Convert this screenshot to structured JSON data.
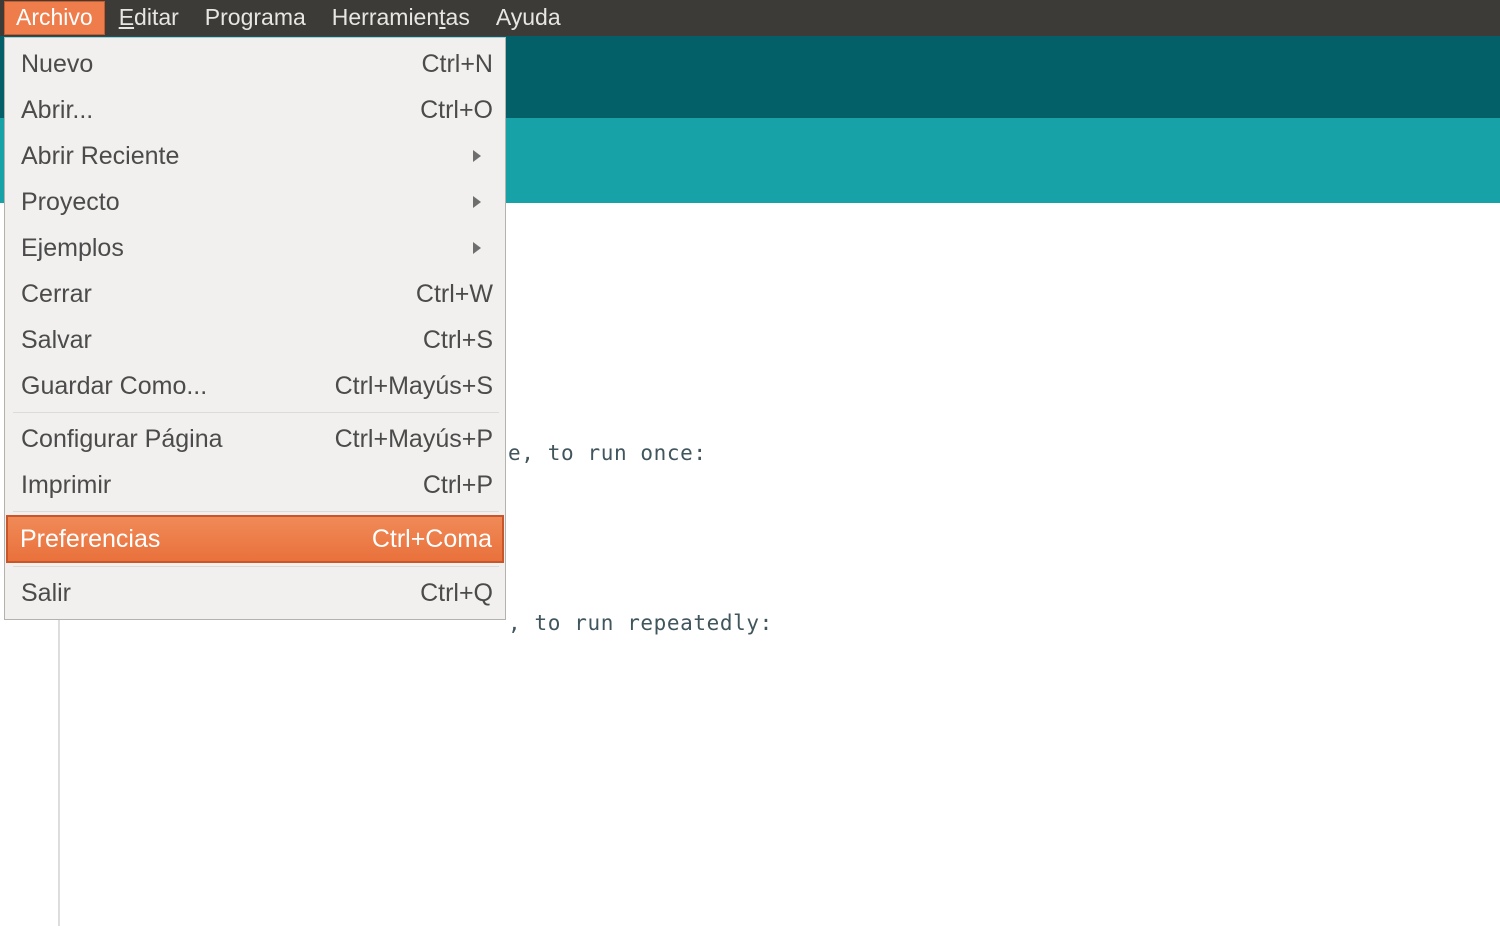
{
  "menubar": {
    "items": [
      {
        "label": "Archivo",
        "mnemonic": "",
        "active": true
      },
      {
        "label": "Editar",
        "mnemonic": "E",
        "active": false
      },
      {
        "label": "Programa",
        "mnemonic": "",
        "active": false
      },
      {
        "label": "Herramientas",
        "mnemonic": "t",
        "active": false
      },
      {
        "label": "Ayuda",
        "mnemonic": "",
        "active": false
      }
    ]
  },
  "file_menu": {
    "items": [
      {
        "label": "Nuevo",
        "accel": "Ctrl+N",
        "submenu": false,
        "selected": false
      },
      {
        "label": "Abrir...",
        "accel": "Ctrl+O",
        "submenu": false,
        "selected": false
      },
      {
        "label": "Abrir Reciente",
        "accel": "",
        "submenu": true,
        "selected": false
      },
      {
        "label": "Proyecto",
        "accel": "",
        "submenu": true,
        "selected": false
      },
      {
        "label": "Ejemplos",
        "accel": "",
        "submenu": true,
        "selected": false
      },
      {
        "label": "Cerrar",
        "accel": "Ctrl+W",
        "submenu": false,
        "selected": false
      },
      {
        "label": "Salvar",
        "accel": "Ctrl+S",
        "submenu": false,
        "selected": false
      },
      {
        "label": "Guardar Como...",
        "accel": "Ctrl+Mayús+S",
        "submenu": false,
        "selected": false
      },
      {
        "separator": true
      },
      {
        "label": "Configurar Página",
        "accel": "Ctrl+Mayús+P",
        "submenu": false,
        "selected": false
      },
      {
        "label": "Imprimir",
        "accel": "Ctrl+P",
        "submenu": false,
        "selected": false
      },
      {
        "separator": true
      },
      {
        "label": "Preferencias",
        "accel": "Ctrl+Coma",
        "submenu": false,
        "selected": true
      },
      {
        "separator": true
      },
      {
        "label": "Salir",
        "accel": "Ctrl+Q",
        "submenu": false,
        "selected": false
      }
    ]
  },
  "editor": {
    "code_lines": [
      "e, to run once:",
      ", to run repeatedly:"
    ]
  },
  "colors": {
    "menubar_bg": "#3c3b37",
    "accent_orange": "#ef7c4b",
    "accent_orange_border": "#c9562a",
    "toolbar_teal_dark": "#046068",
    "tabbar_teal": "#17a2a8",
    "menu_bg": "#f1f0ee",
    "code_text": "#41555d"
  }
}
